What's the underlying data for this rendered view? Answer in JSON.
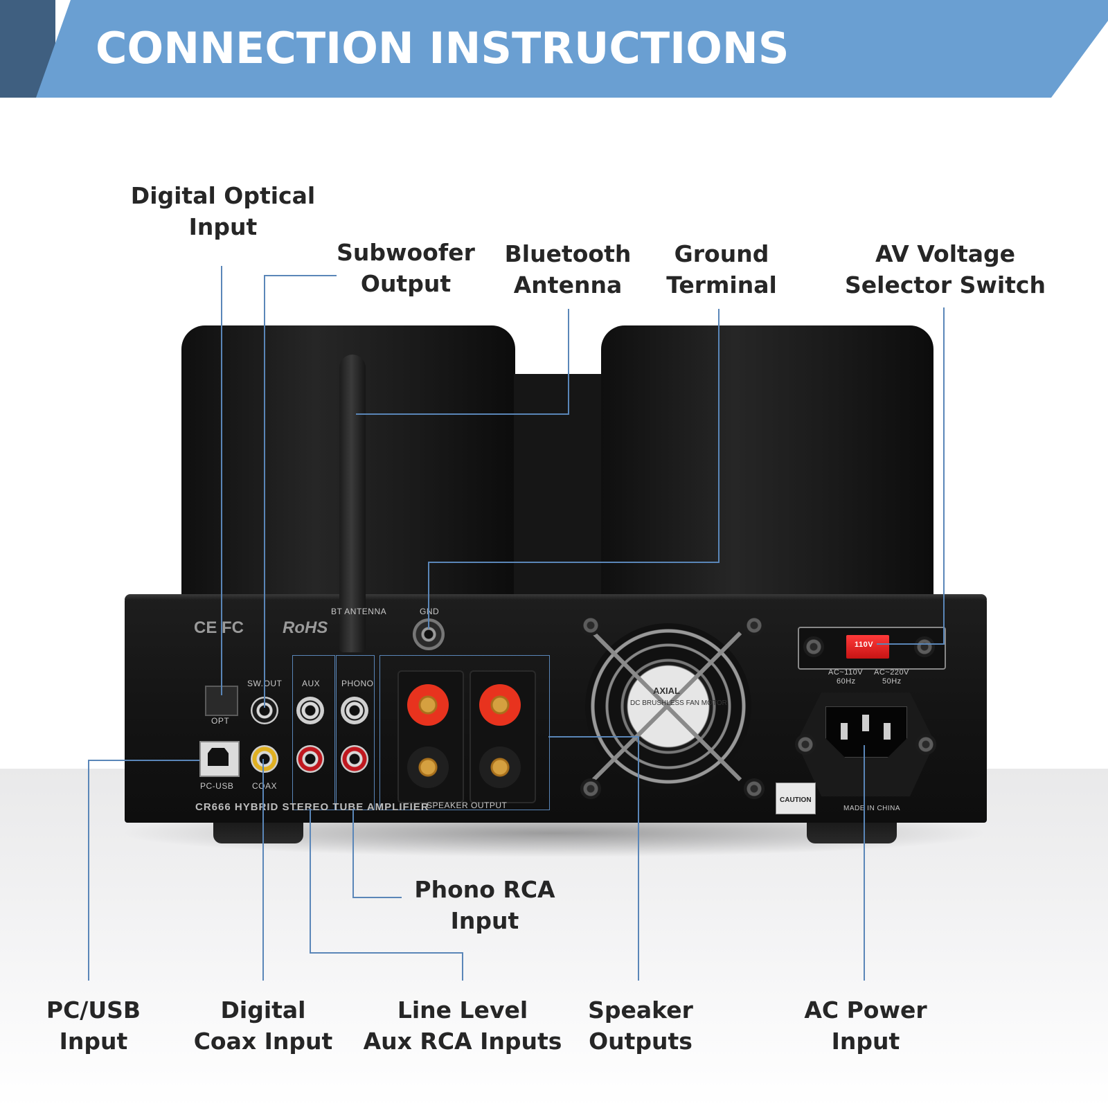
{
  "banner": {
    "title": "CONNECTION INSTRUCTIONS"
  },
  "callouts": {
    "digital_optical": "Digital Optical\nInput",
    "subwoofer": "Subwoofer\nOutput",
    "bluetooth": "Bluetooth\nAntenna",
    "ground": "Ground\nTerminal",
    "av_voltage": "AV Voltage\nSelector Switch",
    "phono": "Phono RCA\nInput",
    "pc_usb": "PC/USB\nInput",
    "coax": "Digital\nCoax Input",
    "line_level": "Line Level\nAux RCA Inputs",
    "speaker": "Speaker\nOutputs",
    "ac_power": "AC Power\nInput"
  },
  "panel": {
    "sw_out": "SW.OUT",
    "aux": "AUX",
    "phono": "PHONO",
    "opt": "OPT",
    "pc_usb": "PC-USB",
    "coax": "COAX",
    "model": "CR666 HYBRID STEREO TUBE AMPLIFIER",
    "speaker_output": "SPEAKER OUTPUT",
    "gnd": "GND",
    "bt_antenna": "BT ANTENNA",
    "ce_fc": "CE FC",
    "rohs": "RoHS",
    "ac_110": "AC~110V",
    "hz_60": "60Hz",
    "ac_220": "AC~220V",
    "hz_50": "50Hz",
    "switch_value": "110V",
    "caution": "CAUTION",
    "made_in": "MADE IN CHINA",
    "fan_brand": "AXIAL",
    "fan_model": "DC BRUSHLESS FAN MOTOR"
  },
  "colors": {
    "banner": "#6a9fd2",
    "banner_accent": "#3f5f80",
    "leader": "#5a86b8",
    "label_text": "#262626",
    "chassis": "#161616",
    "speaker_red": "#e8331e",
    "rca_red": "#c0181f",
    "rca_yellow": "#e0b021"
  }
}
